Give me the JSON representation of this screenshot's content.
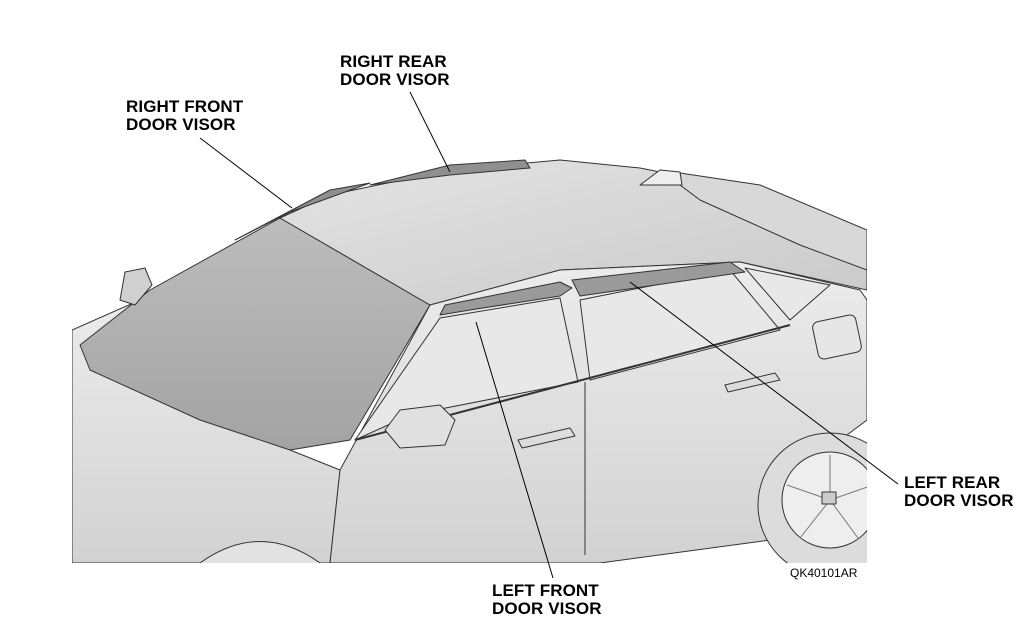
{
  "callouts": {
    "right_front": {
      "line1": "RIGHT FRONT",
      "line2": "DOOR VISOR"
    },
    "right_rear": {
      "line1": "RIGHT REAR",
      "line2": "DOOR VISOR"
    },
    "left_front": {
      "line1": "LEFT FRONT",
      "line2": "DOOR VISOR"
    },
    "left_rear": {
      "line1": "LEFT REAR",
      "line2": "DOOR VISOR"
    }
  },
  "figure_code": "QK40101AR"
}
